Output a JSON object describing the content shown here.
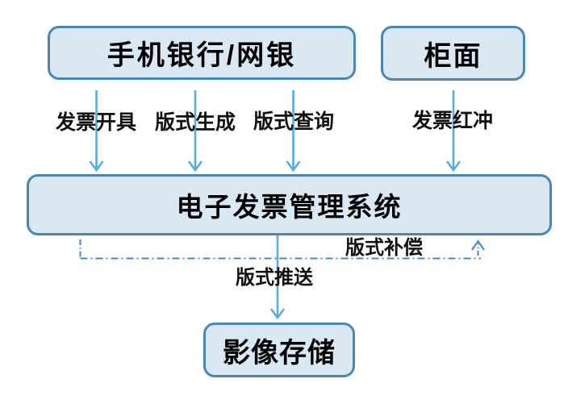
{
  "diagram": {
    "nodes": [
      {
        "id": "mobile-banking",
        "label": "手机银行/网银"
      },
      {
        "id": "counter",
        "label": "柜面"
      },
      {
        "id": "invoice-system",
        "label": "电子发票管理系统"
      },
      {
        "id": "image-storage",
        "label": "影像存储"
      }
    ],
    "edges": [
      {
        "id": "invoice-issue",
        "label": "发票开具",
        "from": "mobile-banking",
        "to": "invoice-system",
        "style": "solid-arrow-down"
      },
      {
        "id": "format-generate",
        "label": "版式生成",
        "from": "mobile-banking",
        "to": "invoice-system",
        "style": "solid-arrow-down"
      },
      {
        "id": "format-query",
        "label": "版式查询",
        "from": "mobile-banking",
        "to": "invoice-system",
        "style": "solid-arrow-down"
      },
      {
        "id": "invoice-red-reverse",
        "label": "发票红冲",
        "from": "counter",
        "to": "invoice-system",
        "style": "solid-arrow-down"
      },
      {
        "id": "format-push",
        "label": "版式推送",
        "from": "invoice-system",
        "to": "image-storage",
        "style": "solid-arrow-down"
      },
      {
        "id": "format-compensate",
        "label": "版式补偿",
        "from": "invoice-system",
        "to": "invoice-system",
        "style": "dash-dot-arrow-up"
      }
    ],
    "colors": {
      "node_fill": "#dae8f4",
      "node_border": "#4a87b5",
      "solid_arrow": "#5aace0",
      "dash_dot_line": "#4a87b5",
      "label_text": "#111111",
      "background": "#ffffff"
    }
  }
}
